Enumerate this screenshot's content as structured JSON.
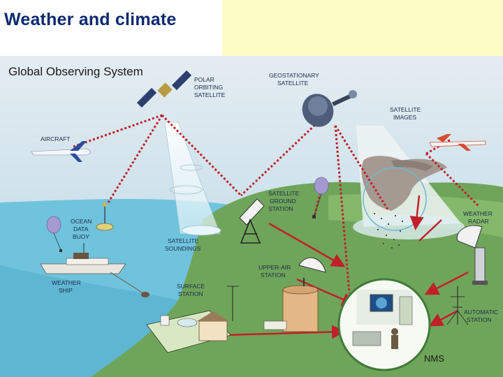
{
  "slide": {
    "title": "Weather and climate"
  },
  "diagram": {
    "heading": "Global Observing System",
    "labels": {
      "polar_orbiting_satellite": [
        "POLAR",
        "ORBITING",
        "SATELLITE"
      ],
      "geostationary_satellite": [
        "GEOSTATIONARY",
        "SATELLITE"
      ],
      "satellite_images": [
        "SATELLITE",
        "IMAGES"
      ],
      "aircraft": [
        "AIRCRAFT"
      ],
      "satellite_ground_station": [
        "SATELLITE",
        "GROUND",
        "STATION"
      ],
      "ocean_data_buoy": [
        "OCEAN",
        "DATA",
        "BUOY"
      ],
      "satellite_soundings": [
        "SATELLITE",
        "SOUNDINGS"
      ],
      "weather_radar": [
        "WEATHER",
        "RADAR"
      ],
      "upper_air_station": [
        "UPPER-AIR",
        "STATION"
      ],
      "weather_ship": [
        "WEATHER",
        "SHIP"
      ],
      "surface_station": [
        "SURFACE",
        "STATION"
      ],
      "automatic_station": [
        "AUTOMATIC",
        "STATION"
      ],
      "nms": [
        "NMS"
      ]
    },
    "colors": {
      "link_dotted": "#c0202a",
      "arrow": "#c0202a",
      "ocean": "#6fc3dc",
      "land": "#6fa55a",
      "sky_top": "#dfe9ef",
      "sky_bottom": "#b7d7e6"
    }
  }
}
